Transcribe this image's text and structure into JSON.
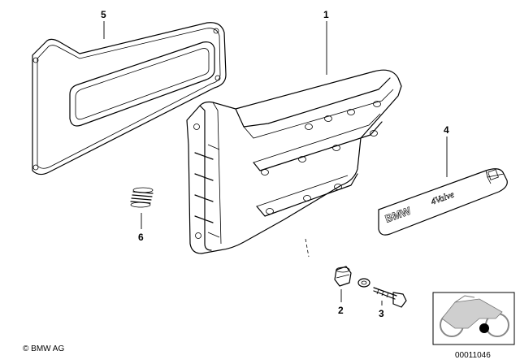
{
  "callouts": {
    "p1": "1",
    "p2": "2",
    "p3": "3",
    "p4": "4",
    "p5": "5",
    "p6": "6"
  },
  "badge": {
    "brand": "BMW",
    "model": "4Valve"
  },
  "footer": {
    "copyright": "© BMW AG",
    "diagram_number": "00011046"
  },
  "icons": [
    "motorcycle-thumbnail-icon",
    "location-dot-icon"
  ]
}
